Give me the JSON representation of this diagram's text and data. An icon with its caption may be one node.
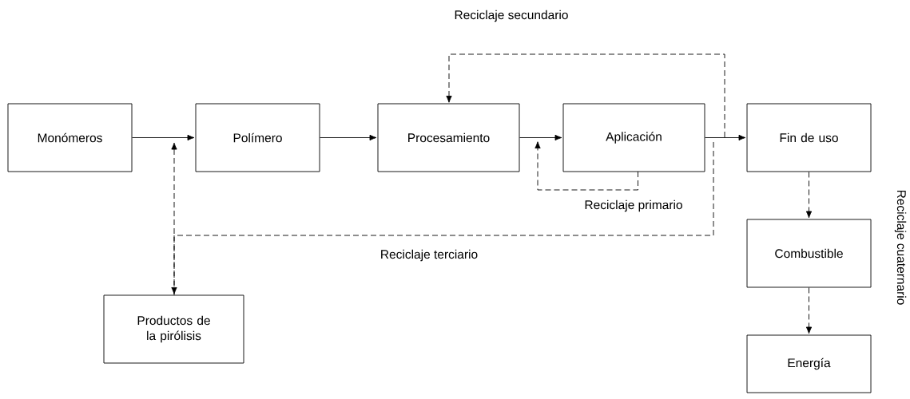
{
  "diagram": {
    "nodes": [
      {
        "text": [
          "Monómeros"
        ]
      },
      {
        "text": [
          "Polímero"
        ]
      },
      {
        "text": [
          "Procesamiento"
        ]
      },
      {
        "text": [
          "Aplicación"
        ]
      },
      {
        "text": [
          "Fin de uso"
        ]
      },
      {
        "text": [
          "Combustible"
        ]
      },
      {
        "text": [
          "Energía"
        ]
      },
      {
        "text": [
          "Productos de la pirólisis"
        ]
      }
    ],
    "edges": [
      {
        "from": 0,
        "to": 1,
        "arrow": "to"
      },
      {
        "from": 1,
        "to": 2,
        "arrow": "to"
      },
      {
        "from": 2,
        "to": 3,
        "arrow": "to"
      },
      {
        "from": 3,
        "to": 4,
        "arrow": "to"
      },
      {
        "from": 3,
        "to": 2,
        "arrow": "to",
        "style": "dashed",
        "label": "Reciclaje secundario"
      },
      {
        "from": 3,
        "to": null,
        "arrow": "to",
        "style": "dashed",
        "label": "Reciclaje primario"
      },
      {
        "from": 3,
        "to": 7,
        "arrow": "to",
        "style": "dashed",
        "label": "Reciclaje terciario"
      },
      {
        "from": 7,
        "to": 1,
        "arrow": "to",
        "style": "dashed"
      },
      {
        "from": 4,
        "to": 5,
        "arrow": "to",
        "style": "dashed"
      },
      {
        "from": 5,
        "to": 6,
        "arrow": "to",
        "style": "dashed"
      }
    ],
    "labels": [
      "Reciclaje cuaternario"
    ]
  }
}
